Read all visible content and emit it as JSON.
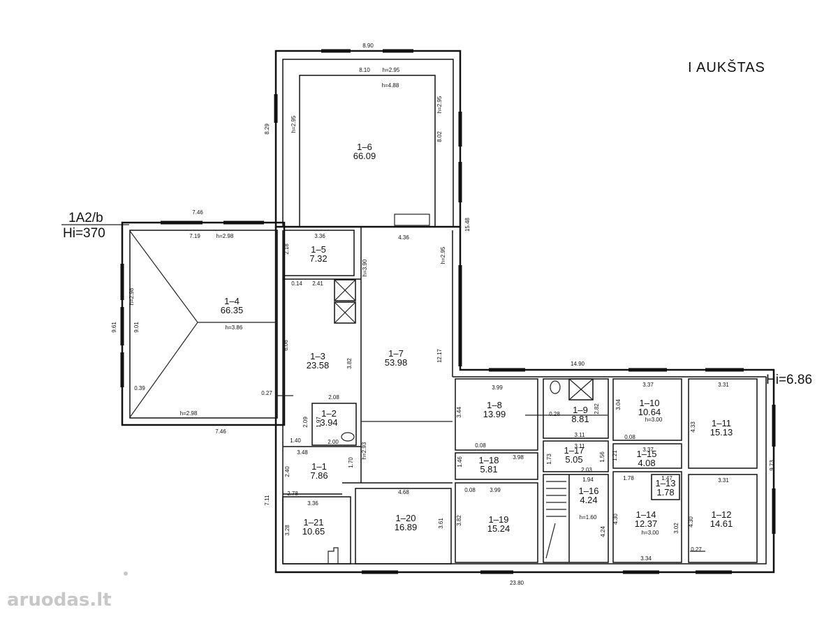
{
  "title": "I  AUKŠTAS",
  "left_label": "1A2/b",
  "left_height": "Hi=370",
  "right_height": "Hi=6.86",
  "logo": "aruodas.lt",
  "rooms": [
    {
      "id": "1–1",
      "area": "7.86"
    },
    {
      "id": "1–2",
      "area": "3.94"
    },
    {
      "id": "1–3",
      "area": "23.58"
    },
    {
      "id": "1–4",
      "area": "66.35"
    },
    {
      "id": "1–5",
      "area": "7.32"
    },
    {
      "id": "1–6",
      "area": "66.09"
    },
    {
      "id": "1–7",
      "area": "53.98"
    },
    {
      "id": "1–8",
      "area": "13.99"
    },
    {
      "id": "1–9",
      "area": "8.81"
    },
    {
      "id": "1–10",
      "area": "10.64"
    },
    {
      "id": "1–11",
      "area": "15.13"
    },
    {
      "id": "1–12",
      "area": "14.61"
    },
    {
      "id": "1–13",
      "area": "1.78"
    },
    {
      "id": "1–14",
      "area": "12.37"
    },
    {
      "id": "1–15",
      "area": "4.08"
    },
    {
      "id": "1–16",
      "area": "4.24"
    },
    {
      "id": "1–17",
      "area": "5.05"
    },
    {
      "id": "1–18",
      "area": "5.81"
    },
    {
      "id": "1–19",
      "area": "15.24"
    },
    {
      "id": "1–20",
      "area": "16.89"
    },
    {
      "id": "1–21",
      "area": "10.65"
    }
  ],
  "dimensions": [
    "8.90",
    "8.10",
    "h=2.95",
    "h=4.88",
    "8.29",
    "h=2.95",
    "h=2.95",
    "8.02",
    "7.46",
    "7.19",
    "h=2.98",
    "3.36",
    "2.18",
    "4.36",
    "h=2.95",
    "15.48",
    "h=3.90",
    "0.14",
    "2.41",
    "h=2.98",
    "9.61",
    "9.01",
    "h=3.86",
    "6.06",
    "3.82",
    "12.17",
    "0.39",
    "0.27",
    "2.08",
    "h=2.98",
    "7.46",
    "2.09",
    "1.97",
    "2.00",
    "h=2.93",
    "1.40",
    "3.48",
    "2.40",
    "1.70",
    "2.78",
    "7.11",
    "3.36",
    "3.28",
    "4.68",
    "3.61",
    "14.90",
    "3.99",
    "3.37",
    "3.31",
    "3.44",
    "0.28",
    "2.82",
    "3.04",
    "h=3.00",
    "4.33",
    "0.08",
    "3.11",
    "3.11",
    "0.08",
    "3.37",
    "1.73",
    "1.56",
    "1.21",
    "1.46",
    "3.98",
    "2.03",
    "1.94",
    "1.78",
    "1.47",
    "3.31",
    "9.73",
    "0.08",
    "3.99",
    "3.82",
    "h=1.60",
    "4.30",
    "h=3.00",
    "3.02",
    "4.30",
    "4.24",
    "3.34",
    "0.27",
    "23.80"
  ]
}
